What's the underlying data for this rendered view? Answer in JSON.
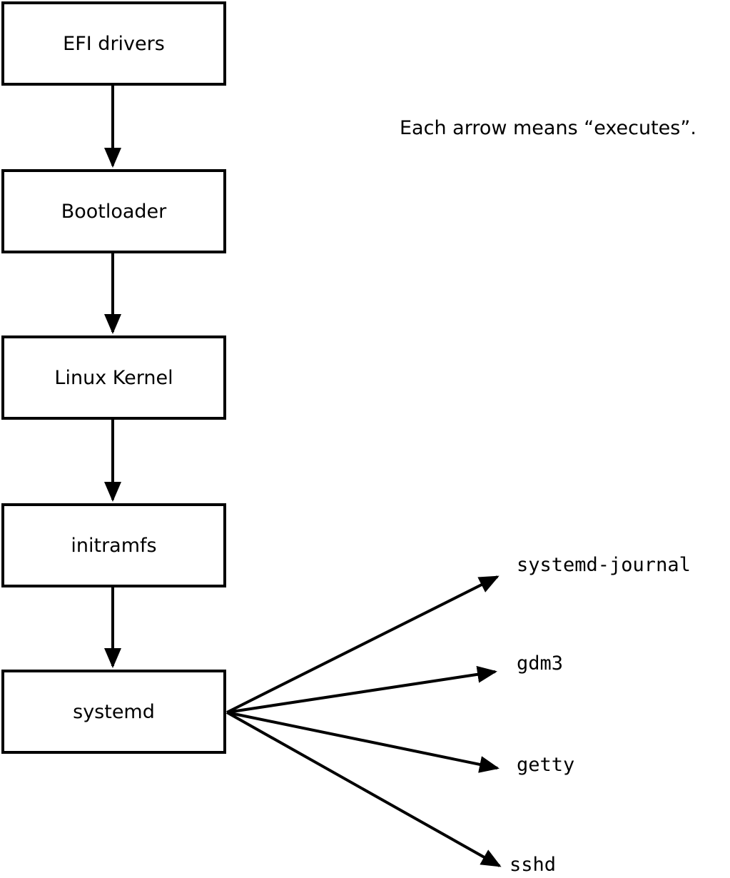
{
  "diagram": {
    "annotation": "Each arrow means “executes”.",
    "chain": [
      {
        "label": "EFI drivers"
      },
      {
        "label": "Bootloader"
      },
      {
        "label": "Linux Kernel"
      },
      {
        "label": "initramfs"
      },
      {
        "label": "systemd"
      }
    ],
    "targets": [
      {
        "label": "systemd-journal"
      },
      {
        "label": "gdm3"
      },
      {
        "label": "getty"
      },
      {
        "label": "sshd"
      }
    ],
    "colors": {
      "line": "#000000",
      "box_fill": "#ffffff",
      "background": "#ffffff",
      "text": "#000000"
    }
  }
}
